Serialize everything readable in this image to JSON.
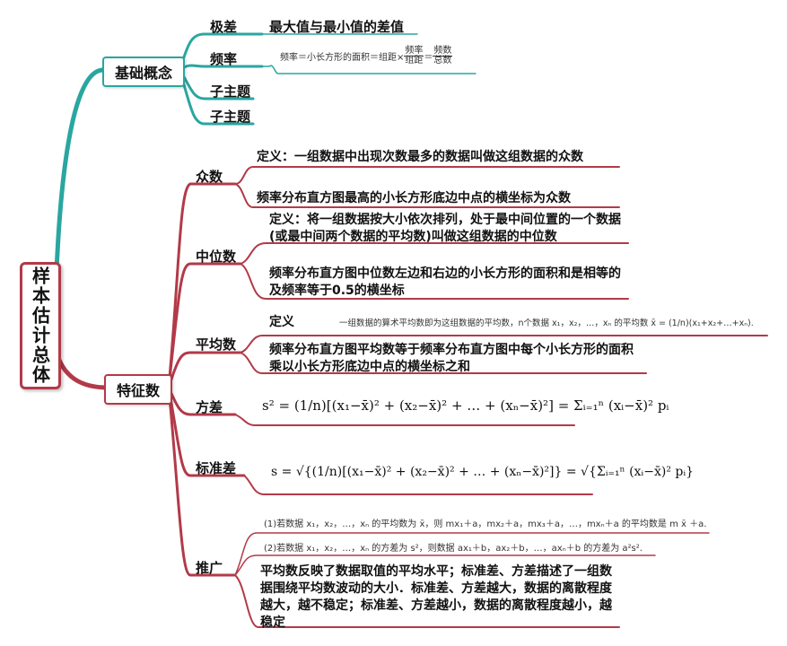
{
  "root": {
    "label": "样本估计总体"
  },
  "branches": {
    "basic": {
      "label": "基础概念",
      "range": {
        "label": "极差",
        "text": "最大值与最小值的差值"
      },
      "freq": {
        "label": "频率",
        "text_a": "频率＝小长方形的面积＝组距×",
        "frac1_num": "频率",
        "frac1_den": "组距",
        "eq": "＝",
        "frac2_num": "频数",
        "frac2_den": "总数"
      },
      "sub1": "子主题",
      "sub2": "子主题"
    },
    "features": {
      "label": "特征数",
      "mode": {
        "label": "众数",
        "def": "定义：一组数据中出现次数最多的数据叫做这组数据的众数",
        "hist": "频率分布直方图最高的小长方形底边中点的横坐标为众数"
      },
      "median": {
        "label": "中位数",
        "def": "定义：将一组数据按大小依次排列，处于最中间位置的一个数据(或最中间两个数据的平均数)叫做这组数据的中位数",
        "hist": "频率分布直方图中位数左边和右边的小长方形的面积和是相等的及频率等于0.5的横坐标"
      },
      "mean": {
        "label": "平均数",
        "def_label": "定义",
        "def_text": "一组数据的算术平均数即为这组数据的平均数，n个数据 x₁，x₂，…，xₙ 的平均数 x̄ = (1/n)(x₁+x₂+…+xₙ).",
        "hist": "频率分布直方图平均数等于频率分布直方图中每个小长方形的面积乘以小长方形底边中点的横坐标之和"
      },
      "variance": {
        "label": "方差",
        "formula": "s² = (1/n)[(x₁−x̄)² + (x₂−x̄)² + … + (xₙ−x̄)²] = Σᵢ₌₁ⁿ (xᵢ−x̄)² pᵢ"
      },
      "stdev": {
        "label": "标准差",
        "formula": "s = √{(1/n)[(x₁−x̄)² + (x₂−x̄)² + … + (xₙ−x̄)²]} = √{Σᵢ₌₁ⁿ (xᵢ−x̄)² pᵢ}"
      },
      "extension": {
        "label": "推广",
        "note1": "(1)若数据 x₁，x₂，…，xₙ 的平均数为 x̄，则 mx₁＋a，mx₂＋a，mx₃＋a，…，mxₙ＋a 的平均数是 m x̄ ＋a.",
        "note2": "(2)若数据 x₁，x₂，…，xₙ 的方差为 s²，则数据 ax₁＋b，ax₂＋b，…，axₙ＋b 的方差为 a²s².",
        "summary": "平均数反映了数据取值的平均水平；标准差、方差描述了一组数据围绕平均数波动的大小．标准差、方差越大，数据的离散程度越大，越不稳定；标准差、方差越小，数据的离散程度越小，越稳定"
      }
    }
  },
  "colors": {
    "teal": "#2aa6a0",
    "red": "#b23a48"
  }
}
